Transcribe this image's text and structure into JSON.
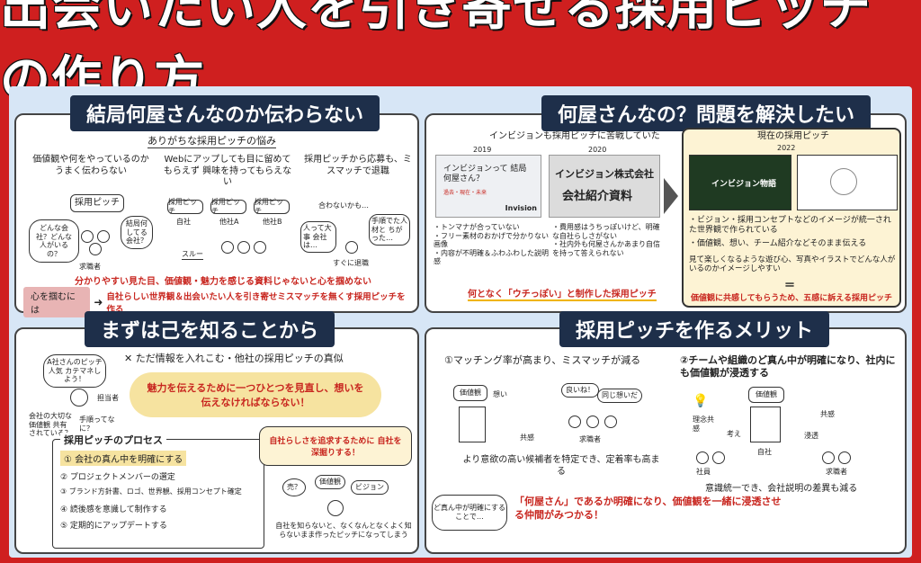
{
  "title": "出会いたい人を引き寄せる採用ピッチの作り方",
  "colors": {
    "accent": "#cf1f1f",
    "navy": "#1e2f4a",
    "board": "#d7e6f6",
    "highlight": "#f6e3a0"
  },
  "p1": {
    "heading": "結局何屋さんなのか伝わらない",
    "sub": "ありがちな採用ピッチの悩み",
    "col1": "価値観や何をやっているのか うまく伝わらない",
    "col2": "Webにアップしても目に留めてもらえず 興味を持ってもらえない",
    "col3": "採用ピッチから応募も、ミスマッチで退職",
    "pitch_box": "採用ピッチ",
    "bubble1": "どんな会社？どんな人がいるの？",
    "bubble2": "結局何してる会社？",
    "reader": "求職者",
    "company": "自社",
    "others_a": "他社A",
    "others_b": "他社B",
    "through": "スルー",
    "speech_a": "合わないかも…",
    "speech_b": "人って大事 会社は…",
    "speech_c": "手順でた人材と ちがった…",
    "quit": "すぐに退職",
    "problem": "分かりやすい見た目、価値観・魅力を感じる資料じゃないと心を掴めない",
    "grab_label": "心を掴むには",
    "grab_text": "自社らしい世界観＆出会いたい人を引き寄せミスマッチを無くす採用ピッチを作る"
  },
  "p2": {
    "heading": "何屋さんなの？問題を解決したい",
    "header_before": "インビジョンも採用ピッチに苦戦していた",
    "year_a": "2019",
    "year_b": "2020",
    "slide_a_title": "インビジョンって 結局何屋さん？",
    "slide_a_sub": "過去・現在・未来",
    "slide_a_logo": "Invision",
    "slide_b_title": "インビジョン株式会社",
    "slide_b_sub": "会社紹介資料",
    "bullets_a": [
      "・トンマナが合っていない",
      "・フリー素材のおかげで分かりない画像",
      "・内容が不明確＆ふわふわした説明感"
    ],
    "bullets_b": [
      "・費用感はうちっぽいけど、明確な自社らしさがない",
      "・社内外も何屋さんかあまり自信を持って答えられない"
    ],
    "verdict": "何となく「ウチっぽい」と制作した採用ピッチ",
    "current_title": "現在の採用ピッチ",
    "year_c": "2022",
    "slide_c_title": "インビジョン物語",
    "result1": "・ビジョン・採用コンセプトなどのイメージが統一された世界観で作られている",
    "result2": "・価値観、想い、チーム紹介などそのまま伝える",
    "result3": "見て楽しくなるような遊び心、写真やイラストでどんな人がいるのかイメージしやすい",
    "equals": "＝",
    "result4": "価値観に共感してもらうため、五感に訴える採用ピッチ"
  },
  "p3": {
    "heading": "まずは己を知ることから",
    "think": "A社さんのピッチ人気 カテマネしよう！",
    "worker": "担当者",
    "note1": "会社の大切な価値観 共有されている？",
    "note2": "手順ってなに？",
    "dont": "✕ ただ情報を入れこむ・他社の採用ピッチの真似",
    "key_msg": "魅力を伝えるために一つひとつを見直し、想いを伝えなければならない！",
    "process_title": "採用ピッチのプロセス",
    "steps": [
      "① 会社の真ん中を明確にする",
      "② プロジェクトメンバーの選定",
      "③ ブランド方針書、ロゴ、世界観、採用コンセプト確定",
      "④ 読後感を意識して制作する",
      "⑤ 定期的にアップデートする"
    ],
    "call": "自社らしさを追求するために 自社を深掘りする！",
    "q1": "売？",
    "q2": "価値観",
    "q3": "ビジョン",
    "bottom": "自社を知らないと、なくなんとなくよく知らないまま作ったピッチになってしまう"
  },
  "p4": {
    "heading": "採用ピッチを作るメリット",
    "merit1": "①マッチング率が高まり、ミスマッチが減る",
    "merit2": "②チームや組織のど真ん中が明確になり、社内にも価値観が浸透する",
    "values": "価値観",
    "thought": "想い",
    "empathy": "共感",
    "job_seeker": "求職者",
    "bubble_like": "良いね！",
    "bubble_same": "同じ想いだ",
    "desc1": "より意欲の高い候補者を特定でき、定着率も高まる",
    "center_note": "ど真ん中が明確にすることで…",
    "center_result": "「何屋さん」であるか明確になり、価値観を一緒に浸透させる仲間がみつかる！",
    "philosophy": "理念共感",
    "ideas": "考え",
    "share": "共感",
    "penetrate": "浸透",
    "members": "社員",
    "company": "自社",
    "seekers": "求職者",
    "desc2": "意識統一でき、会社説明の差異も減る"
  }
}
